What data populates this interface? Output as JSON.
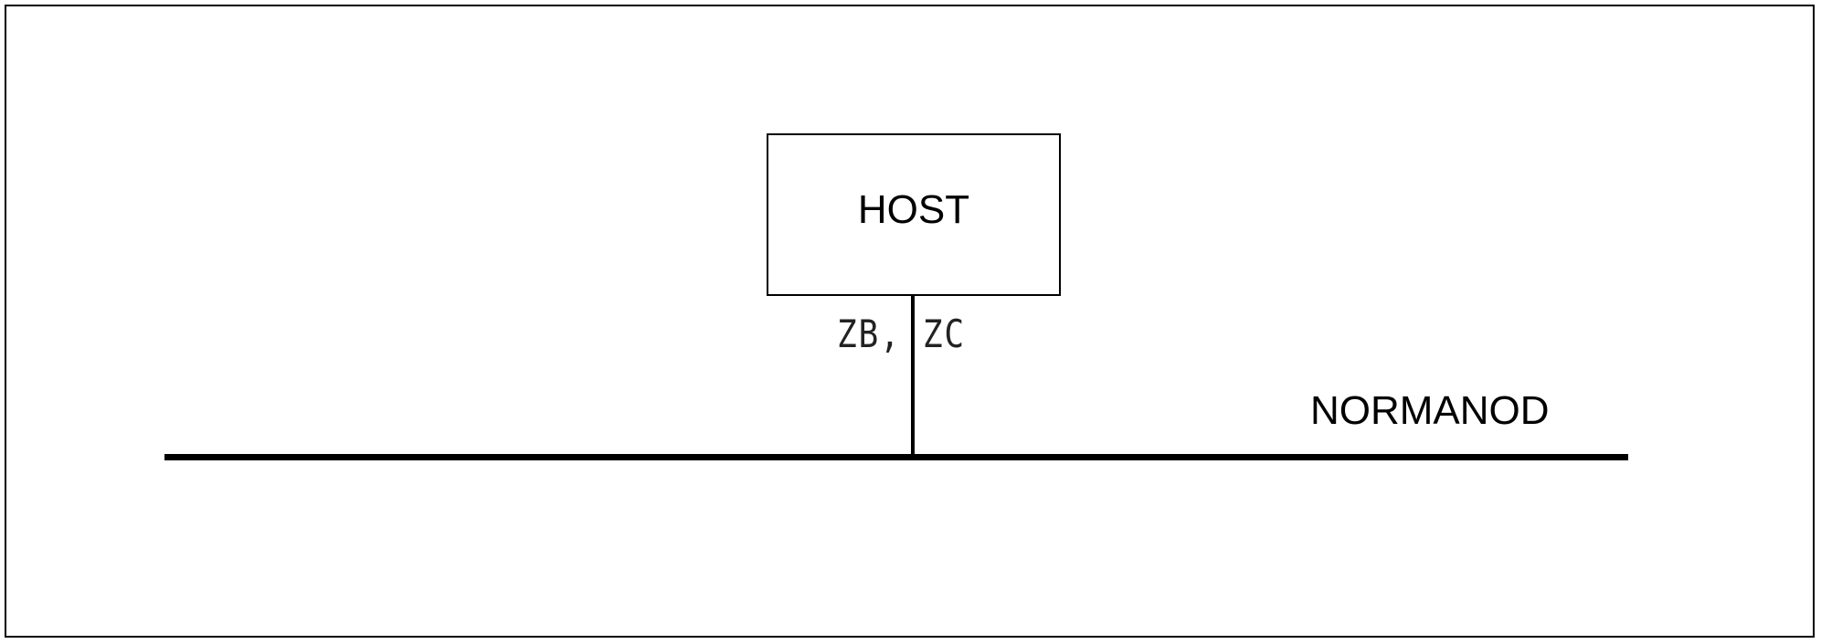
{
  "host": {
    "label": "HOST"
  },
  "link": {
    "label": "ZB, ZC"
  },
  "network": {
    "label": "NORMANOD"
  },
  "colors": {
    "line": "#000000",
    "background": "#ffffff"
  }
}
